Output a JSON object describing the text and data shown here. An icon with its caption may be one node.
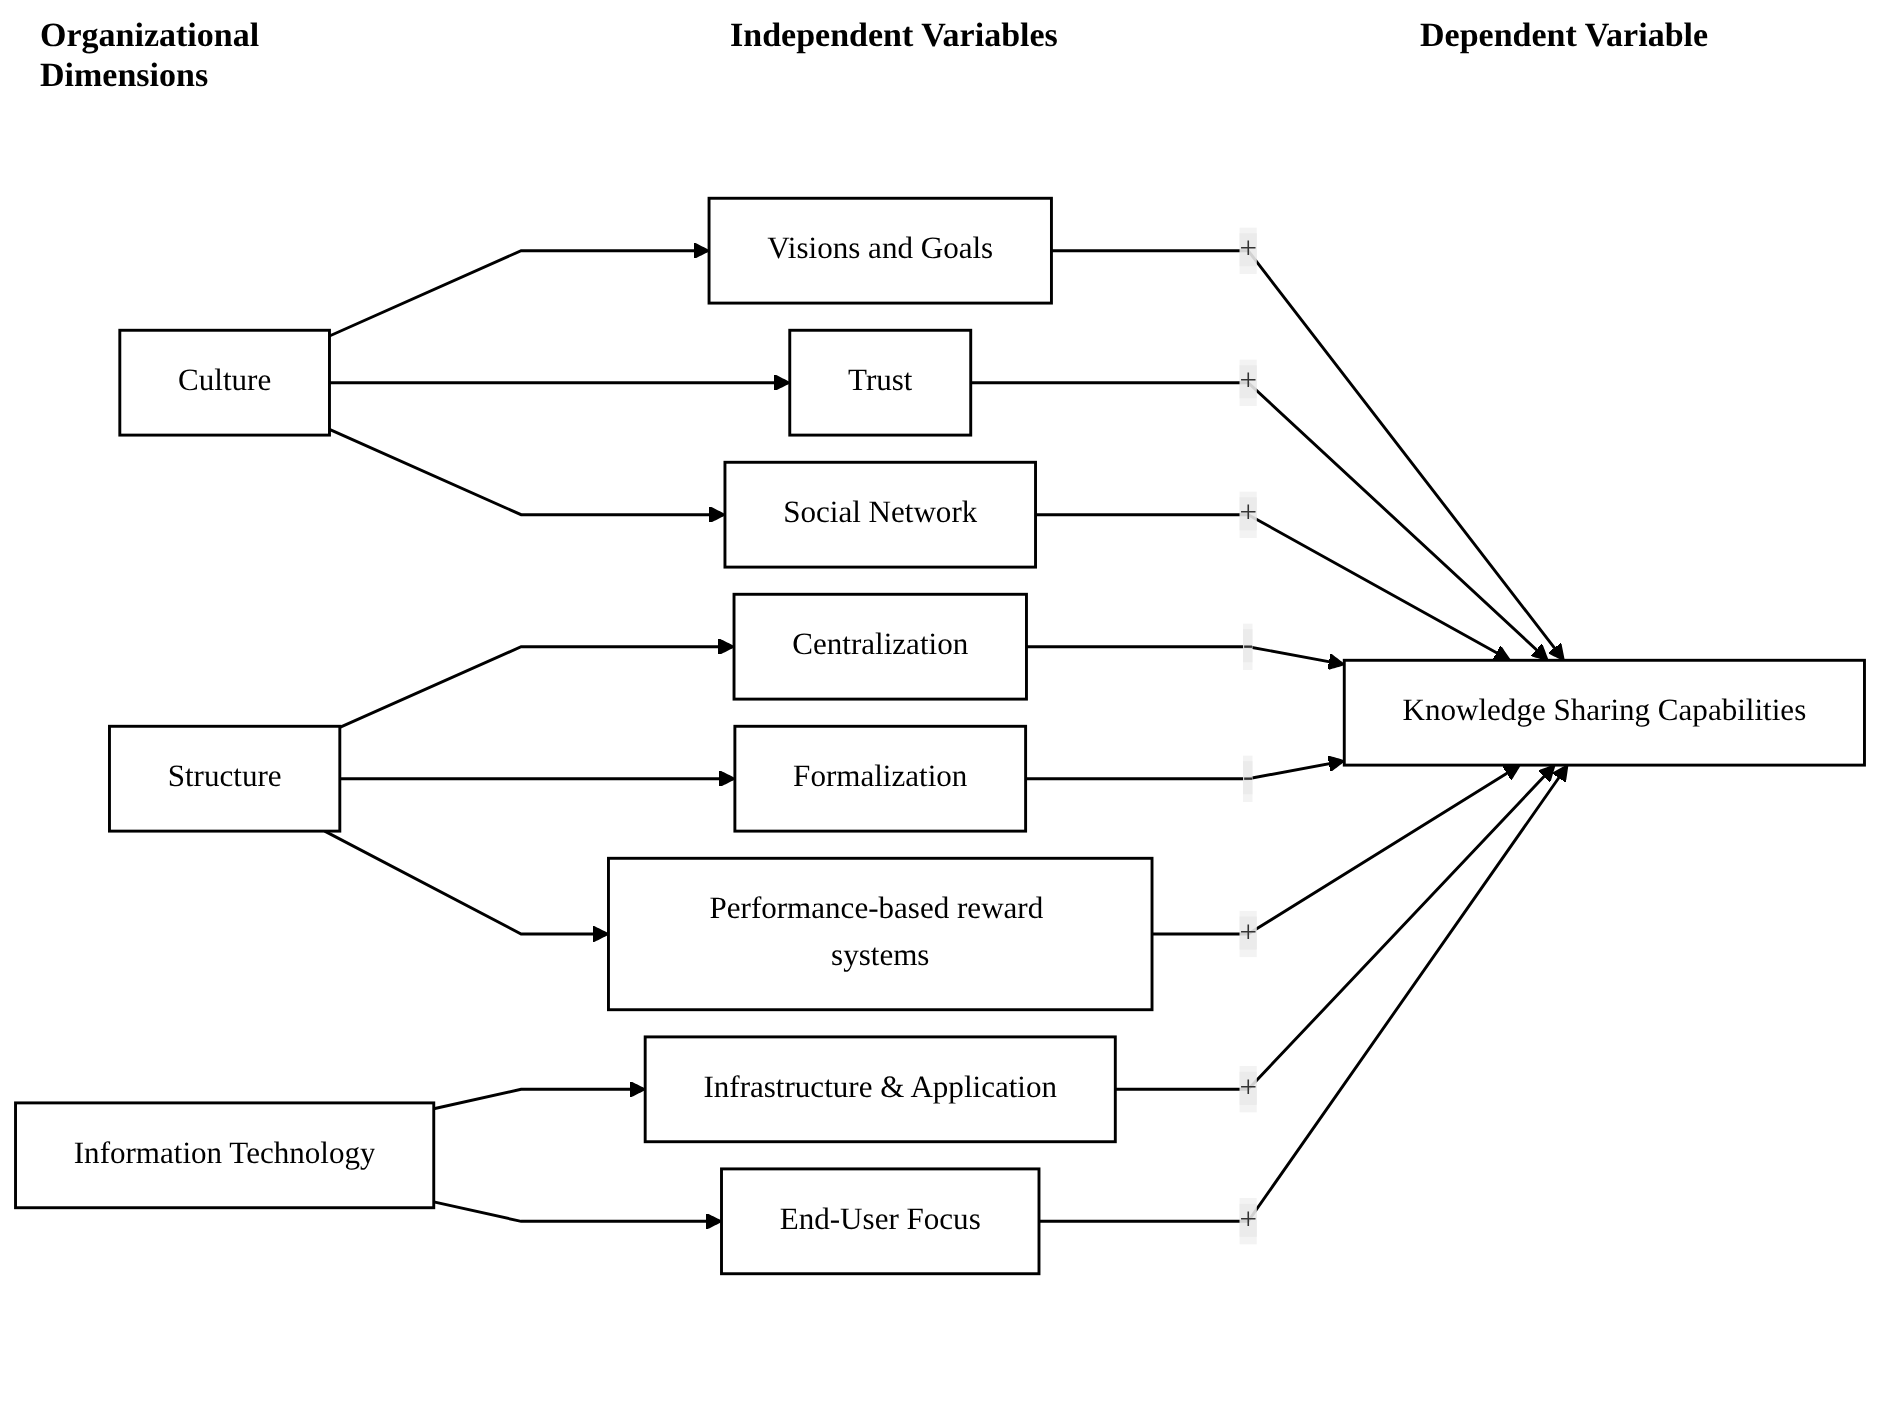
{
  "diagram": {
    "nodes": [
      {
        "text": [
          "Culture"
        ]
      },
      {
        "text": [
          "Structure"
        ]
      },
      {
        "text": [
          "Information Technology"
        ]
      },
      {
        "text": [
          "Visions and Goals"
        ]
      },
      {
        "text": [
          "Trust"
        ]
      },
      {
        "text": [
          "Social Network"
        ]
      },
      {
        "text": [
          "Centralization"
        ]
      },
      {
        "text": [
          "Formalization"
        ]
      },
      {
        "text": [
          "Performance-based reward systems"
        ]
      },
      {
        "text": [
          "Infrastructure & Application"
        ]
      },
      {
        "text": [
          "End-User Focus"
        ]
      },
      {
        "text": [
          "Knowledge Sharing Capabilities"
        ]
      }
    ],
    "edges": [
      {
        "from": 0,
        "to": 3,
        "arrow": "to"
      },
      {
        "from": 0,
        "to": 4,
        "arrow": "to"
      },
      {
        "from": 0,
        "to": 5,
        "arrow": "to"
      },
      {
        "from": 1,
        "to": 6,
        "arrow": "to"
      },
      {
        "from": 1,
        "to": 7,
        "arrow": "to"
      },
      {
        "from": 1,
        "to": 8,
        "arrow": "to"
      },
      {
        "from": 2,
        "to": 9,
        "arrow": "to"
      },
      {
        "from": 2,
        "to": 10,
        "arrow": "to"
      },
      {
        "from": 3,
        "to": 11,
        "arrow": "to",
        "label": "+"
      },
      {
        "from": 4,
        "to": 11,
        "arrow": "to",
        "label": "+"
      },
      {
        "from": 5,
        "to": 11,
        "arrow": "to",
        "label": "+"
      },
      {
        "from": 6,
        "to": 11,
        "arrow": "to",
        "label": "-"
      },
      {
        "from": 7,
        "to": 11,
        "arrow": "to",
        "label": "-"
      },
      {
        "from": 8,
        "to": 11,
        "arrow": "to",
        "label": "+"
      },
      {
        "from": 9,
        "to": 11,
        "arrow": "to",
        "label": "+"
      },
      {
        "from": 10,
        "to": 11,
        "arrow": "to",
        "label": "+"
      }
    ],
    "labels": [
      "Organizational Dimensions",
      "Independent Variables",
      "Dependent Variable"
    ]
  }
}
